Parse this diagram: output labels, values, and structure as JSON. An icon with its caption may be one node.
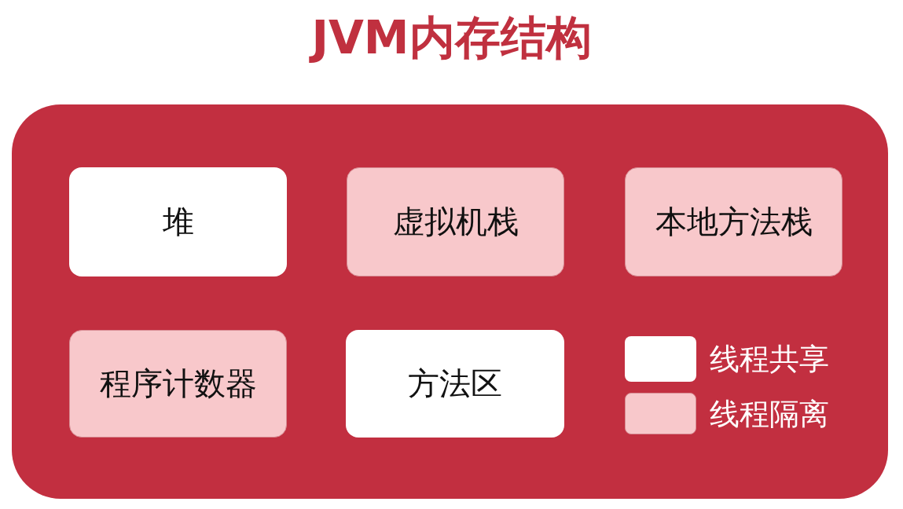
{
  "diagram": {
    "title": "JVM内存结构",
    "nodes": [
      {
        "text": [],
        "shape": "box"
      },
      {
        "text": [
          "堆"
        ],
        "in": 0
      },
      {
        "text": [
          "虚拟机栈"
        ],
        "in": 0
      },
      {
        "text": [
          "本地方法栈"
        ],
        "in": 0
      },
      {
        "text": [
          "程序计数器"
        ],
        "in": 0
      },
      {
        "text": [
          "方法区"
        ],
        "in": 0
      }
    ],
    "edges": [],
    "legend": [
      {
        "text": "线程共享",
        "color": "#ffffff"
      },
      {
        "text": "线程隔离",
        "color": "#f8c8cb"
      }
    ]
  }
}
